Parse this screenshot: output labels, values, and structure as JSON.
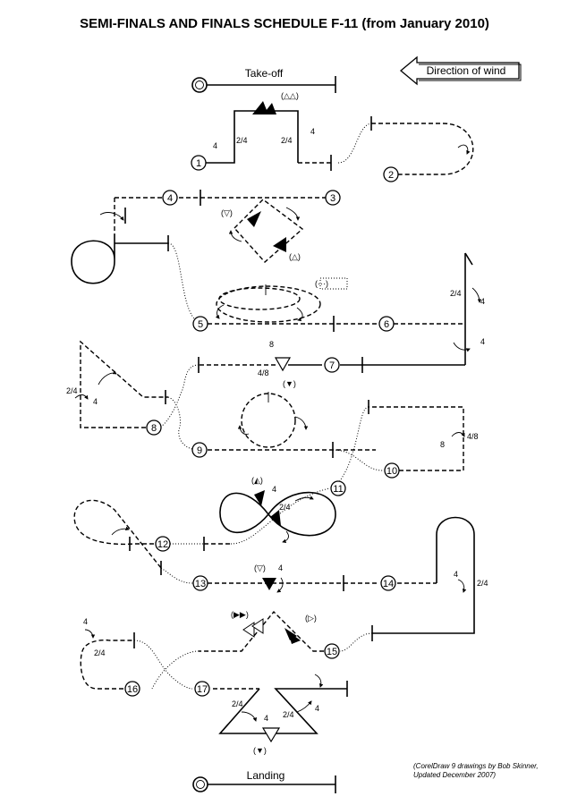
{
  "title": "SEMI-FINALS AND FINALS SCHEDULE F-11 (from January 2010)",
  "takeoff_label": "Take-off",
  "landing_label": "Landing",
  "wind_label": "Direction of wind",
  "credit_line1": "(CorelDraw 9 drawings by Bob Skinner,",
  "credit_line2": "Updated December 2007)",
  "maneuver_numbers": [
    "1",
    "2",
    "3",
    "4",
    "5",
    "6",
    "7",
    "8",
    "9",
    "10",
    "11",
    "12",
    "13",
    "14",
    "15",
    "16",
    "17"
  ],
  "roll_notations": {
    "two_quarter": "2/4",
    "four": "4",
    "four_eighths": "4/8",
    "eight": "8"
  },
  "colors": {
    "ink": "#000000",
    "paper": "#ffffff"
  }
}
